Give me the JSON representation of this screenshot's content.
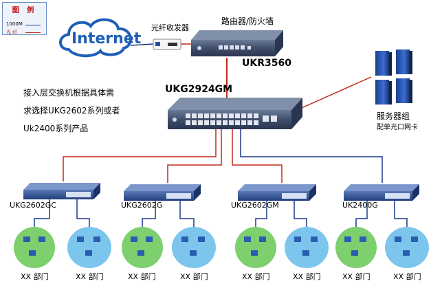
{
  "legend": {
    "title": "图 例",
    "items": [
      {
        "label": "1000M",
        "color": "#1a3a8c"
      },
      {
        "label": "光 纤",
        "color": "#c0281c"
      }
    ]
  },
  "internet": {
    "label": "Internet"
  },
  "transceiver": {
    "label": "光纤收发器"
  },
  "router": {
    "label": "路由器/防火墙",
    "model": "UKR3560"
  },
  "core_switch": {
    "model": "UKG2924GM"
  },
  "note": {
    "lines": [
      "接入层交换机根据具体需",
      "求选择UKG2602系列或者",
      "Uk2400系列产品"
    ]
  },
  "servers": {
    "label": "服务器组",
    "sublabel": "配单光口网卡"
  },
  "access_switches": [
    {
      "model": "UKG2602GC",
      "uplink": "fiber"
    },
    {
      "model": "UKG2602G",
      "uplink": "fiber"
    },
    {
      "model": "UKG2602GM",
      "uplink": "fiber"
    },
    {
      "model": "UK2400G",
      "uplink": "copper"
    }
  ],
  "departments": [
    {
      "label": "XX 部门",
      "color": "#7ecf6e"
    },
    {
      "label": "XX 部门",
      "color": "#7cc6ee"
    },
    {
      "label": "XX 部门",
      "color": "#7ecf6e"
    },
    {
      "label": "XX 部门",
      "color": "#7cc6ee"
    },
    {
      "label": "XX 部门",
      "color": "#7ecf6e"
    },
    {
      "label": "XX 部门",
      "color": "#7cc6ee"
    },
    {
      "label": "XX 部门",
      "color": "#7ecf6e"
    },
    {
      "label": "XX 部门",
      "color": "#7cc6ee"
    }
  ],
  "colors": {
    "fiber": "#c0281c",
    "copper": "#1a3a8c",
    "device": "#3f4e6a"
  }
}
